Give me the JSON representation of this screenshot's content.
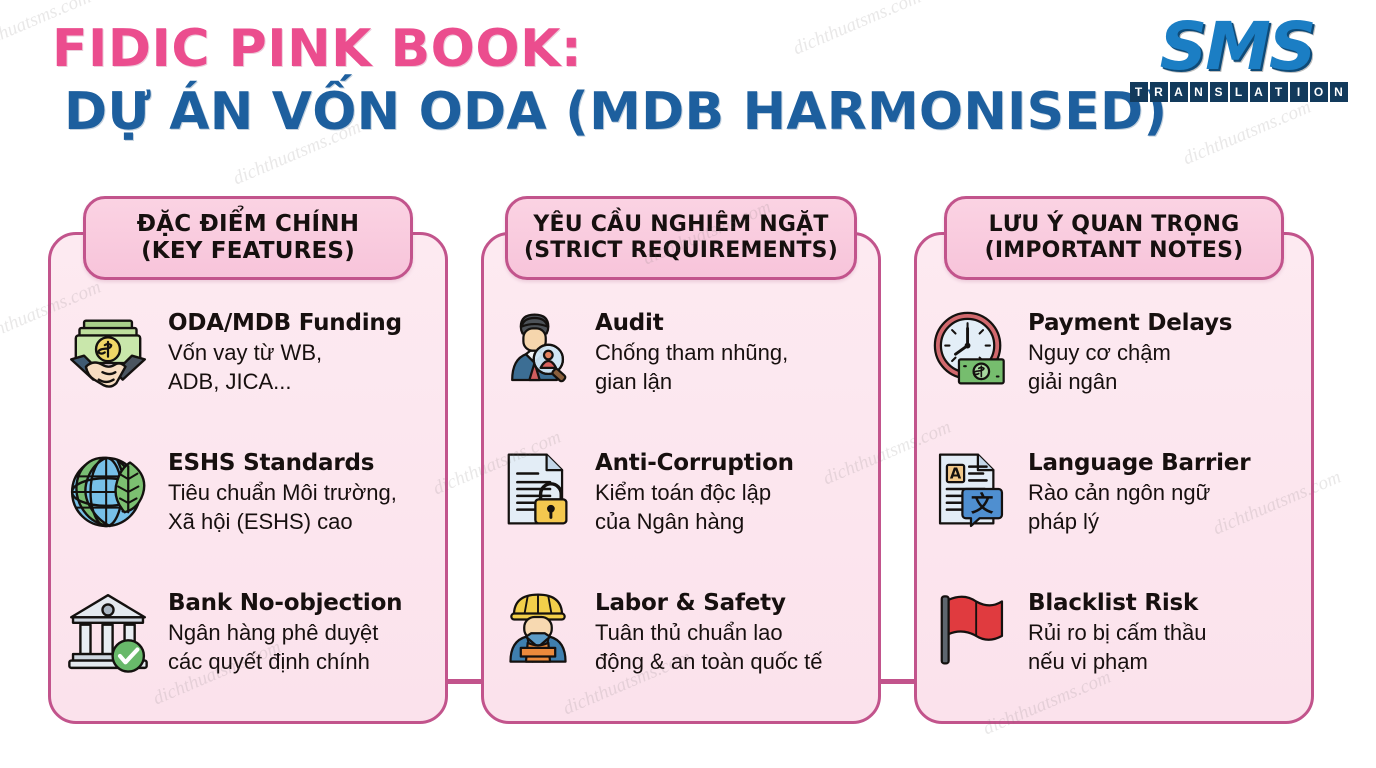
{
  "header": {
    "title_line1": "FIDIC PINK BOOK:",
    "title_line2": "DỰ ÁN VỐN ODA (MDB HARMONISED)",
    "title_color_1": "#eb4d8e",
    "title_color_2": "#1d5f9e"
  },
  "logo": {
    "mark": "SMS",
    "subtitle": "TRANSLATION",
    "color": "#1b7ec4"
  },
  "watermark": {
    "text": "dichthuatsms.com"
  },
  "theme": {
    "panel_fill": "#fdeaf1",
    "panel_border": "#c2548c",
    "pill_fill": "#fbd3e3"
  },
  "columns": [
    {
      "pill_line1": "ĐẶC ĐIỂM CHÍNH",
      "pill_line2": "(KEY FEATURES)",
      "items": [
        {
          "icon": "money-handshake-icon",
          "title": "ODA/MDB Funding",
          "desc": "Vốn vay từ WB,\nADB, JICA..."
        },
        {
          "icon": "globe-leaf-icon",
          "title": "ESHS Standards",
          "desc": "Tiêu chuẩn Môi trường,\nXã hội (ESHS) cao"
        },
        {
          "icon": "bank-check-icon",
          "title": "Bank No-objection",
          "desc": "Ngân hàng phê duyệt\ncác quyết định chính"
        }
      ]
    },
    {
      "pill_line1": "YÊU CẦU NGHIÊM NGẶT",
      "pill_line2": "(STRICT REQUIREMENTS)",
      "items": [
        {
          "icon": "auditor-magnifier-icon",
          "title": "Audit",
          "desc": "Chống tham nhũng,\ngian lận"
        },
        {
          "icon": "document-lock-icon",
          "title": "Anti-Corruption",
          "desc": "Kiểm toán độc lập\ncủa Ngân hàng"
        },
        {
          "icon": "construction-worker-icon",
          "title": "Labor & Safety",
          "desc": "Tuân thủ chuẩn lao\nđộng & an toàn quốc tế"
        }
      ]
    },
    {
      "pill_line1": "LƯU Ý QUAN TRỌNG",
      "pill_line2": "(IMPORTANT NOTES)",
      "items": [
        {
          "icon": "clock-money-icon",
          "title": "Payment Delays",
          "desc": "Nguy cơ chậm\ngiải ngân"
        },
        {
          "icon": "translation-document-icon",
          "title": "Language Barrier",
          "desc": "Rào cản ngôn ngữ\npháp lý"
        },
        {
          "icon": "red-flag-icon",
          "title": "Blacklist Risk",
          "desc": "Rủi ro bị cấm thầu\nnếu vi phạm"
        }
      ]
    }
  ]
}
